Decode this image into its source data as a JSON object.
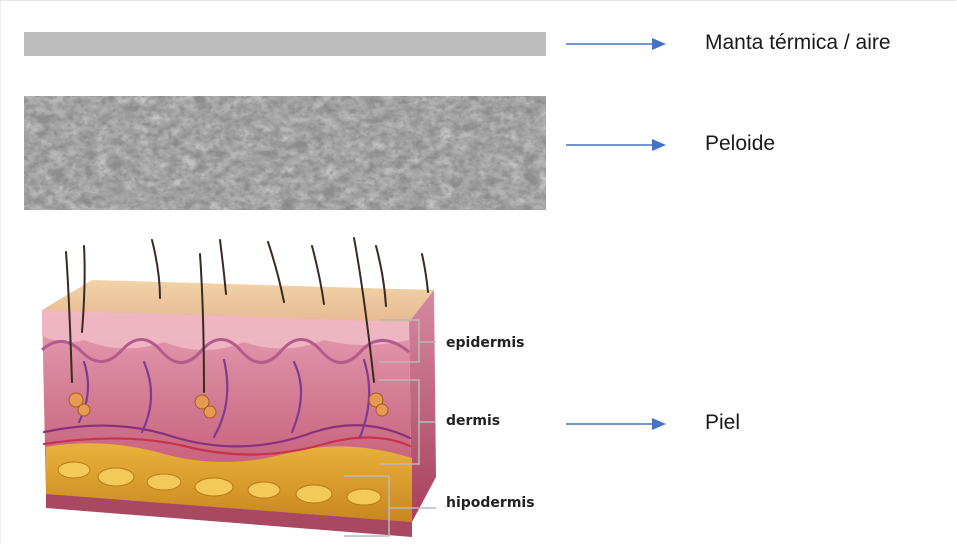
{
  "layers": [
    {
      "id": "blanket",
      "label": "Manta térmica / aire",
      "fill_color": "#bdbdbd"
    },
    {
      "id": "peloid",
      "label": "Peloide",
      "fill_color": "#8d8d8d"
    },
    {
      "id": "skin",
      "label": "Piel"
    }
  ],
  "skin_layers": {
    "epidermis": "epidermis",
    "dermis": "dermis",
    "hypodermis": "hipodermis"
  },
  "colors": {
    "arrow": "#4472c4",
    "callout_line": "#b9b9b9"
  }
}
